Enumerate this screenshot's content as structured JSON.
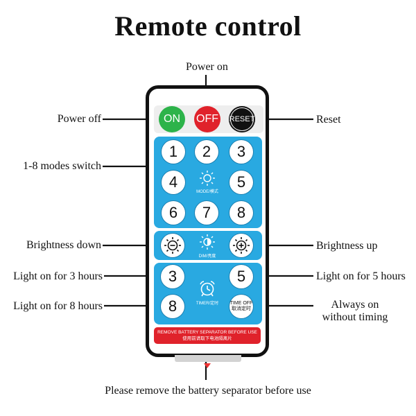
{
  "title": "Remote control",
  "labels": {
    "power_on": "Power on",
    "power_off": "Power off",
    "reset": "Reset",
    "modes": "1-8 modes switch",
    "bright_down": "Brightness down",
    "bright_up": "Brightness up",
    "light3": "Light on for 3 hours",
    "light5": "Light on for 5 hours",
    "light8": "Light on for 8 hours",
    "always_1": "Always on",
    "always_2": "without timing",
    "bottom": "Please remove the battery separator before use"
  },
  "remote": {
    "on": "ON",
    "off": "OFF",
    "reset": "RESET",
    "modes": [
      "1",
      "2",
      "3",
      "4",
      "5",
      "6",
      "7",
      "8"
    ],
    "mode_label": "MODE/模式",
    "dim_label": "DIM/亮度",
    "timer": [
      "3",
      "5",
      "8"
    ],
    "timer_label": "TIMER/定时",
    "time_off_1": "TIME OFF",
    "time_off_2": "取消定时",
    "sep_1": "REMOVE BATTERY SEPARATOR BEFORE USE",
    "sep_2": "使用前请取下电池隔离片"
  },
  "colors": {
    "panel": "#29a9e1",
    "on": "#2db34a",
    "off": "#e0222b",
    "reset": "#111111",
    "separator": "#e0222b"
  },
  "icons": [
    "sun-icon",
    "dim-down-icon",
    "dim-icon",
    "dim-up-icon",
    "alarm-clock-icon",
    "arrow-down-icon"
  ]
}
